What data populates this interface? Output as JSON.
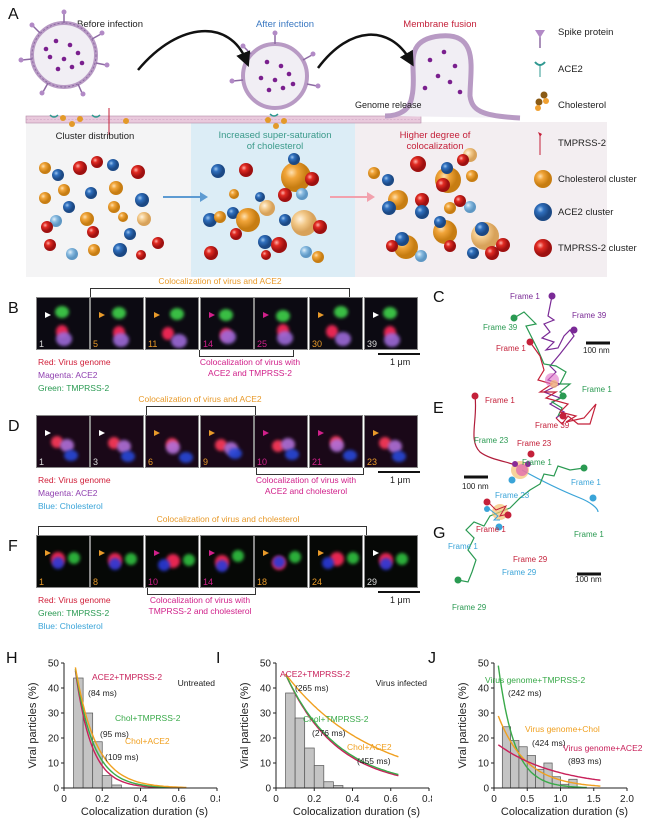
{
  "panel_labels": {
    "A": "A",
    "B": "B",
    "C": "C",
    "D": "D",
    "E": "E",
    "F": "F",
    "G": "G",
    "H": "H",
    "I": "I",
    "J": "J"
  },
  "panelA": {
    "stages": {
      "before": "Before infection",
      "after": "After infection",
      "fusion": "Membrane fusion"
    },
    "genome_release": "Genome release",
    "sections": {
      "cluster": "Cluster distribution",
      "super_line1": "Increased super-saturation",
      "super_line2": "of cholesterol",
      "higher_line1": "Higher degree of",
      "higher_line2": "colocalization"
    },
    "legend": [
      {
        "label": "Spike protein",
        "icon": "spike-protein-icon"
      },
      {
        "label": "ACE2",
        "icon": "ace2-icon"
      },
      {
        "label": "Cholesterol",
        "icon": "cholesterol-icon"
      },
      {
        "label": "TMPRSS-2",
        "icon": "tmprss2-icon"
      },
      {
        "label": "Cholesterol cluster",
        "icon": "cholesterol-cluster-icon"
      },
      {
        "label": "ACE2 cluster",
        "icon": "ace2-cluster-icon"
      },
      {
        "label": "TMPRSS-2 cluster",
        "icon": "tmprss2-cluster-icon"
      }
    ],
    "colors": {
      "before": "#8a8a8a",
      "after": "#3a78c2",
      "fusion": "#c4213a",
      "super": "#3a9a8a",
      "higher": "#c4213a",
      "cholesterol": "#e89a2a",
      "ace2": "#2d68b0",
      "tmprss2": "#d42020",
      "ace2_light": "#7ab3da",
      "chol_light": "#f0c78a"
    }
  },
  "panelB": {
    "top_bracket": "Colocalization of virus and ACE2",
    "bottom_bracket_line1": "Colocalization of  virus with",
    "bottom_bracket_line2": "ACE2 and TMPRSS-2",
    "frames": [
      "1",
      "5",
      "11",
      "14",
      "25",
      "30",
      "39"
    ],
    "legend": [
      "Red: Virus genome",
      "Magenta: ACE2",
      "Green: TMPRSS-2"
    ],
    "scale": "1 μm"
  },
  "panelD": {
    "top_bracket": "Colocalization of  virus and ACE2",
    "bottom_bracket_line1": "Colocalization of  virus with",
    "bottom_bracket_line2": "ACE2 and cholesterol",
    "frames": [
      "1",
      "3",
      "6",
      "9",
      "10",
      "21",
      "23"
    ],
    "legend": [
      "Red: Virus genome",
      "Magenta: ACE2",
      "Blue: Cholesterol"
    ],
    "scale": "1 μm"
  },
  "panelF": {
    "top_bracket": "Colocalization of  virus and cholesterol",
    "bottom_bracket_line1": "Colocalization of  virus with",
    "bottom_bracket_line2": "TMPRSS-2 and cholesterol",
    "frames": [
      "1",
      "8",
      "10",
      "14",
      "18",
      "24",
      "29"
    ],
    "legend": [
      "Red: Virus genome",
      "Green: TMPRSS-2",
      "Blue: Cholesterol"
    ],
    "scale": "1 μm"
  },
  "panelC": {
    "labels": {
      "purple_start": "Frame 1",
      "purple_end": "Frame 39",
      "green_end": "Frame 39",
      "red_start": "Frame 1",
      "green_start": "Frame 1",
      "red_end": "Frame 39"
    },
    "scale": "100 nm"
  },
  "panelE": {
    "labels": {
      "red_start": "Frame 1",
      "green_end": "Frame 23",
      "red_end": "Frame 23",
      "green_start": "Frame 1",
      "blue_start": "Frame 1",
      "blue_end": "Frame 23"
    },
    "scale": "100 nm"
  },
  "panelG": {
    "labels": {
      "red_start": "Frame 1",
      "blue_start": "Frame 1",
      "green_start": "Frame 1",
      "red_end": "Frame 29",
      "blue_end": "Frame 29",
      "green_end": "Frame 29"
    },
    "scale": "100 nm"
  },
  "chart_data": [
    {
      "id": "H",
      "type": "bar",
      "title": "Untreated",
      "xlabel": "Colocalization duration (s)",
      "ylabel": "Viral particles (%)",
      "xlim": [
        0,
        0.8
      ],
      "ylim": [
        0,
        50
      ],
      "xticks": [
        "0",
        "0.2",
        "0.4",
        "0.6",
        "0.8"
      ],
      "yticks": [
        "0",
        "10",
        "20",
        "30",
        "40",
        "50"
      ],
      "bin_width": 0.05,
      "bins_start": [
        0.05,
        0.1,
        0.15,
        0.2,
        0.25
      ],
      "values": [
        44,
        30,
        18.5,
        5,
        1.2
      ],
      "fits": [
        {
          "name": "ACE2+TMPRSS-2",
          "tau_label": "(84 ms)",
          "tau": 0.084,
          "color": "#c8205a"
        },
        {
          "name": "Chol+TMPRSS-2",
          "tau_label": "(95 ms)",
          "tau": 0.095,
          "color": "#3aaa4a"
        },
        {
          "name": "Chol+ACE2",
          "tau_label": "(109 ms)",
          "tau": 0.109,
          "color": "#f0a020"
        }
      ]
    },
    {
      "id": "I",
      "type": "bar",
      "title": "Virus infected",
      "xlabel": "Colocalization duration (s)",
      "ylabel": "Viral particles (%)",
      "xlim": [
        0,
        0.8
      ],
      "ylim": [
        0,
        50
      ],
      "xticks": [
        "0",
        "0.2",
        "0.4",
        "0.6",
        "0.8"
      ],
      "yticks": [
        "0",
        "10",
        "20",
        "30",
        "40",
        "50"
      ],
      "bin_width": 0.05,
      "bins_start": [
        0.05,
        0.1,
        0.15,
        0.2,
        0.25,
        0.3
      ],
      "values": [
        38,
        28,
        16,
        9,
        2.5,
        1
      ],
      "fits": [
        {
          "name": "ACE2+TMPRSS-2",
          "tau_label": "(265 ms)",
          "tau": 0.265,
          "color": "#c8205a"
        },
        {
          "name": "Chol+TMPRSS-2",
          "tau_label": "(276 ms)",
          "tau": 0.276,
          "color": "#3aaa4a"
        },
        {
          "name": "Chol+ACE2",
          "tau_label": "(455 ms)",
          "tau": 0.455,
          "color": "#f0a020"
        }
      ]
    },
    {
      "id": "J",
      "type": "bar",
      "title": "",
      "xlabel": "Colocalization duration (s)",
      "ylabel": "Viral particles (%)",
      "xlim": [
        0,
        2.0
      ],
      "ylim": [
        0,
        50
      ],
      "xticks": [
        "0",
        "0.5",
        "1.0",
        "1.5",
        "2.0"
      ],
      "yticks": [
        "0",
        "10",
        "20",
        "30",
        "40",
        "50"
      ],
      "bin_width": 0.125,
      "bins_start": [
        0.125,
        0.25,
        0.375,
        0.5,
        0.625,
        0.75,
        0.875,
        1.0,
        1.125
      ],
      "values": [
        24.5,
        19,
        16.5,
        13,
        7.5,
        10,
        4.5,
        1.5,
        3.5
      ],
      "fits": [
        {
          "name": "Virus genome+TMPRSS-2",
          "tau_label": "(242 ms)",
          "tau": 0.242,
          "color": "#3aaa4a"
        },
        {
          "name": "Virus genome+Chol",
          "tau_label": "(424 ms)",
          "tau": 0.424,
          "color": "#f0a020"
        },
        {
          "name": "Virus genome+ACE2",
          "tau_label": "(893 ms)",
          "tau": 0.893,
          "color": "#c8205a"
        }
      ]
    }
  ]
}
